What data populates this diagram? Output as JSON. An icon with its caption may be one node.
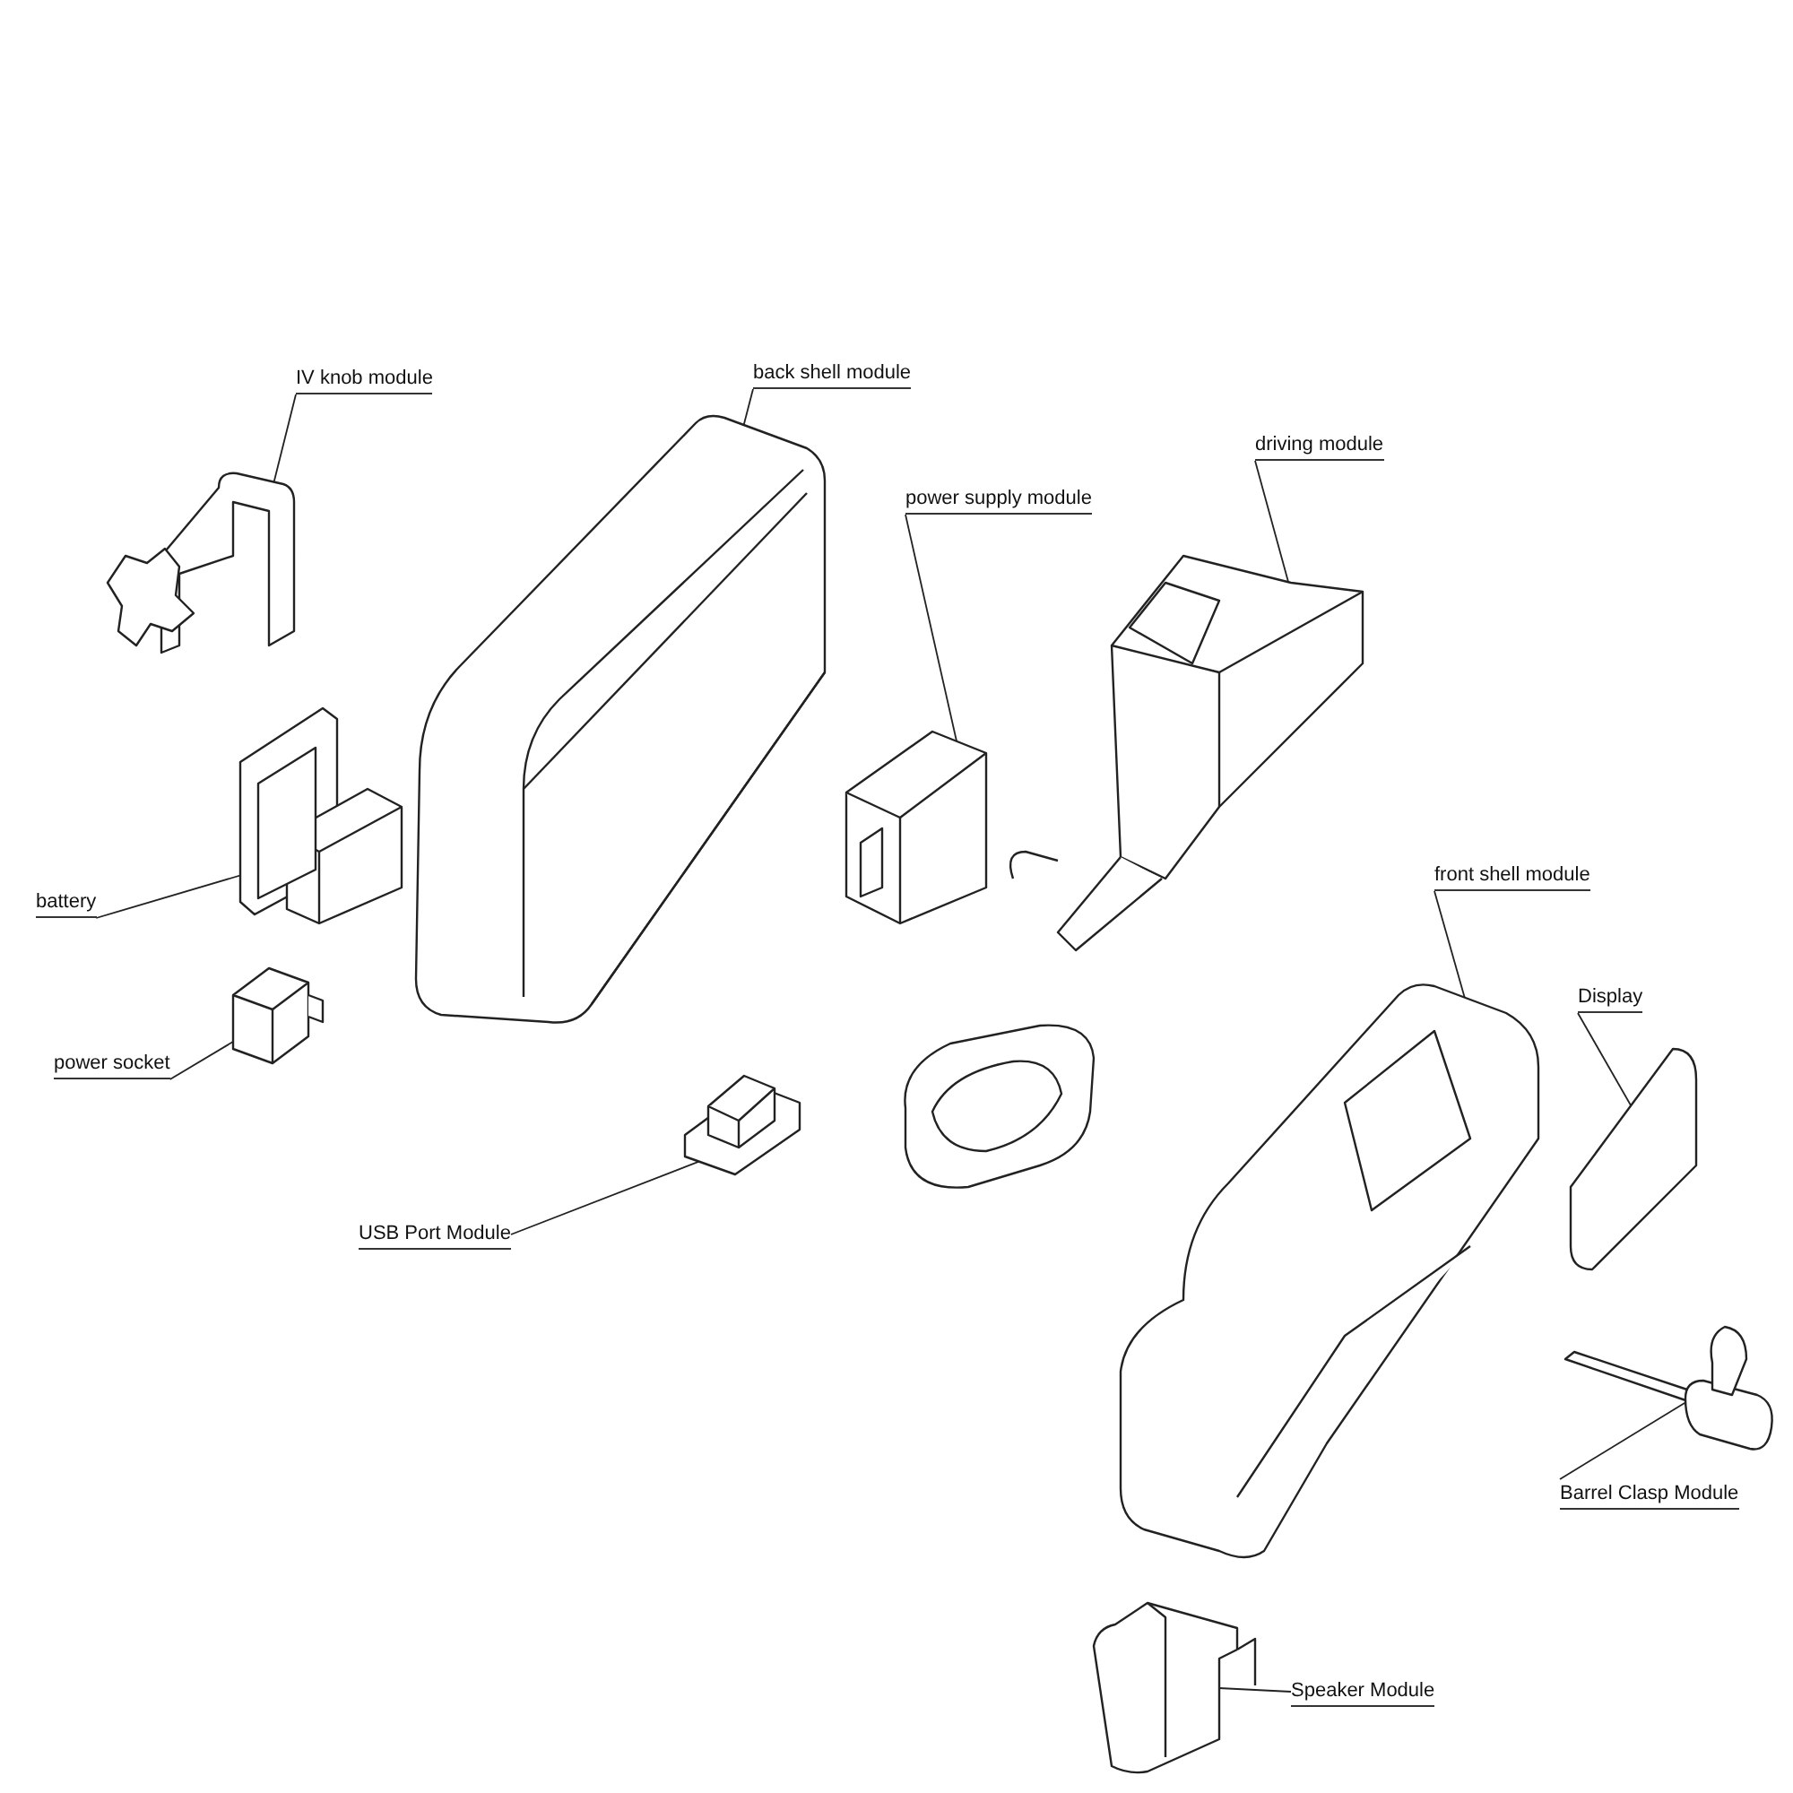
{
  "diagram": {
    "nodes": [
      {
        "text": [
          "IV knob module"
        ]
      },
      {
        "text": [
          "back shell module"
        ]
      },
      {
        "text": [
          "power supply module"
        ]
      },
      {
        "text": [
          "driving module"
        ]
      },
      {
        "text": [
          "front shell module"
        ]
      },
      {
        "text": [
          "Display"
        ]
      },
      {
        "text": [
          "battery"
        ]
      },
      {
        "text": [
          "power socket"
        ]
      },
      {
        "text": [
          "USB Port Module"
        ]
      },
      {
        "text": [
          "Barrel Clasp Module"
        ]
      },
      {
        "text": [
          "Speaker Module"
        ]
      },
      {
        "text": [],
        "shape": "picture"
      },
      {
        "text": [],
        "shape": "picture"
      },
      {
        "text": [],
        "shape": "picture"
      },
      {
        "text": [],
        "shape": "picture"
      },
      {
        "text": [],
        "shape": "picture"
      },
      {
        "text": [],
        "shape": "picture"
      },
      {
        "text": [],
        "shape": "picture"
      },
      {
        "text": [],
        "shape": "picture"
      },
      {
        "text": [],
        "shape": "picture"
      },
      {
        "text": [],
        "shape": "picture"
      },
      {
        "text": [],
        "shape": "picture"
      }
    ],
    "edges": [
      {
        "from": 0,
        "to": 11,
        "arrow": "none"
      },
      {
        "from": 1,
        "to": 12,
        "arrow": "none"
      },
      {
        "from": 2,
        "to": 13,
        "arrow": "none"
      },
      {
        "from": 3,
        "to": 14,
        "arrow": "none"
      },
      {
        "from": 4,
        "to": 15,
        "arrow": "none"
      },
      {
        "from": 5,
        "to": 16,
        "arrow": "none"
      },
      {
        "from": 6,
        "to": 17,
        "arrow": "none"
      },
      {
        "from": 7,
        "to": 18,
        "arrow": "none"
      },
      {
        "from": 8,
        "to": 19,
        "arrow": "none"
      },
      {
        "from": 9,
        "to": 20,
        "arrow": "none"
      },
      {
        "from": 10,
        "to": 21,
        "arrow": "none"
      }
    ]
  }
}
